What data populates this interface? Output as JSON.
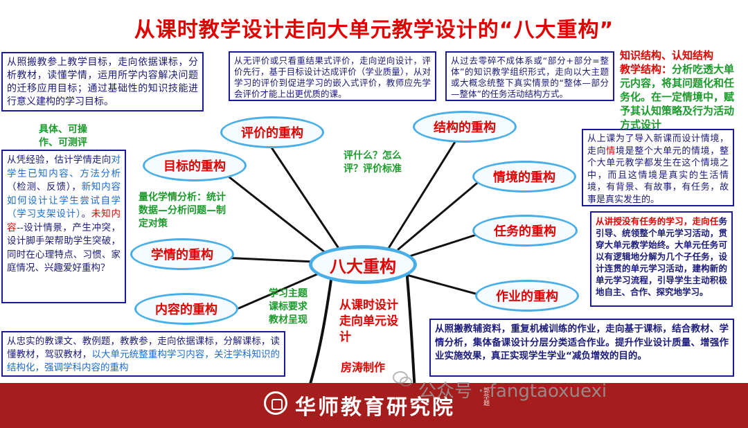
{
  "title": "从课时教学设计走向大单元教学设计的“八大重构”",
  "center_label": "八大重构",
  "bubbles": {
    "pingjia": "评价的重构",
    "jiegou": "结构的重构",
    "mubiao": "目标的重构",
    "qingjing": "情境的重构",
    "renwu": "任务的重构",
    "xueqing": "学情的重构",
    "neirong": "内容的重构",
    "zuoye": "作业的重构"
  },
  "boxes": {
    "mubiao": "从照搬教参上教学目标，走向依据课标，分析教材，读懂学情，运用所学内容解决问题的迁移应用目标；通过基础性的知识技能进行意义建构的学习目标。",
    "pingjia": "从无评价或只看重结果式评价，走向逆向设计，评价先行，基于目标设计达成评价（学业质量），从对学习的评价到促进学习的嵌入式评价，教师应先学会评价才能上出更优质的课。",
    "jiegou": "从过去零碎不成体系或“部分+部分=整体”的知识教学组织形式，走向以大主题或大概念统整下真实情景的“整体—部分—整体”的任务活动结构方式。",
    "qingjing_a": "从上课为了导入新课而设计情境，走向",
    "qingjing_hl": "情",
    "qingjing_b": "境是整个大单元的情境，整个大单元教学都发生在这个情境之中，而且这情境是真实的生活情境，有背景、有故事，有任务，故事是真实发生的。",
    "renwu_hl": "从讲授没有任务的学习，走向任",
    "renwu_b": "务引导、统领整个单元学习活动，贯穿大单元教学始终。大单元任务可以有逻辑地分解为几个子任务，设计连贯的单元学习活动，建构新的单元学习流程，引导学生主动积极地自主、合作、探究地学习。",
    "xueqing_a": "从凭经验，估计学情走向",
    "xueqing_hl1": "对学生已知内容、方法分析",
    "xueqing_b": "（检测、反馈），",
    "xueqing_hl2": "新知内容如何设计让学生尝试自学（学习支架设计）",
    "xueqing_c": "。",
    "xueqing_hl3": "未知内容",
    "xueqing_d": "--设计情景，产生冲突，设计脚手架帮助学生突破，同时在心理特点、习惯、家庭情况、兴趣爱好重构？",
    "neirong_a": "从忠实的教课文、教例题，教教参，走向依据课标，分解课标，读懂教材，驾驭教材，",
    "neirong_hl": "以大单元统整重构学习内容，关注学科知识的结构化，强调学科内容的重构",
    "zuoye": "从照搬教辅资料，重复机械训练的作业，走向基于课标，结合教材、学情分析，集体备课设计分层分类适合作业。提升作业设计质量、增强作业实施效果，真正实现学生学业“减负增效的目的。"
  },
  "notes": {
    "zhishi_red": "知识结构、认知结构",
    "zhishi_green_lead": "教学结构：",
    "zhishi_green": "分析吃透大单元内容，将其问题化和任务化。在一定情境中，赋予其认知策略及行为活动方式设计",
    "juti": "具体、可操作、可测评",
    "pingjia_q": "评什么？怎么评？评价标准",
    "lianghua": "量化学情分析：统计数据—分析问题—制定对策",
    "xuexi": "学习主题课标要求教材呈现",
    "trunk": "从课时设计走向单元设计",
    "author": "房涛制作"
  },
  "footer": {
    "org": "华师教育研究院",
    "seal": "郭华题"
  },
  "watermark": "公众号 · fangtaoxuexi",
  "colors": {
    "title_red": "#e00000",
    "box_border": "#1a1a9a",
    "bubble_border": "#48aee8",
    "green_text": "#1a9a2a",
    "footer_bg": "#a51d1d"
  }
}
